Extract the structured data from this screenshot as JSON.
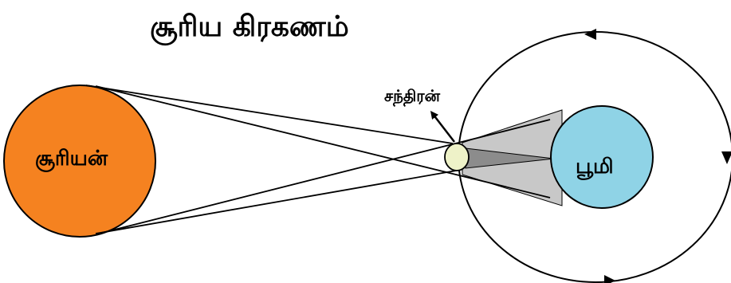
{
  "title": "சூரிய கிரகணம்",
  "labels": {
    "sun": "சூரியன்",
    "moon": "சந்திரன்",
    "earth": "பூமி"
  },
  "colors": {
    "sun_fill": "#F58220",
    "earth_fill": "#8FD3E6",
    "moon_fill": "#EEF2C8",
    "umbra_fill": "#8C8C8C",
    "penumbra_fill": "#C8C8C8",
    "line": "#000000"
  }
}
